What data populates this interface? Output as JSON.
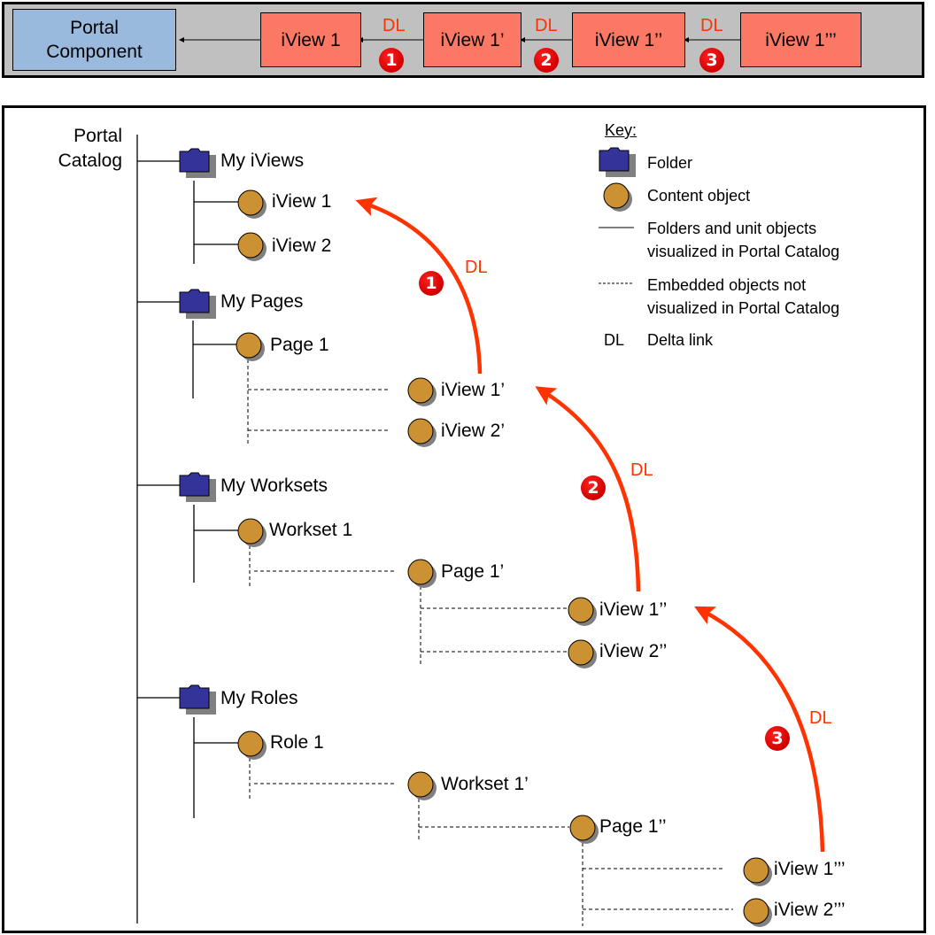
{
  "flow": {
    "portal_component": "Portal\nComponent",
    "boxes": [
      "iView 1",
      "iView 1’",
      "iView 1’’",
      "iView 1’’’"
    ],
    "links": [
      {
        "label": "DL",
        "badge": "1"
      },
      {
        "label": "DL",
        "badge": "2"
      },
      {
        "label": "DL",
        "badge": "3"
      }
    ]
  },
  "catalog": {
    "root_label": "Portal Catalog",
    "folders": [
      {
        "name": "My iViews",
        "icon": "folder-icon"
      },
      {
        "name": "My Pages",
        "icon": "folder-icon"
      },
      {
        "name": "My Worksets",
        "icon": "folder-icon"
      },
      {
        "name": "My Roles",
        "icon": "folder-icon"
      }
    ],
    "nodes": [
      {
        "id": "iview1",
        "label": "iView 1",
        "icon": "content-object-icon"
      },
      {
        "id": "iview2",
        "label": "iView 2",
        "icon": "content-object-icon"
      },
      {
        "id": "page1",
        "label": "Page 1",
        "icon": "content-object-icon"
      },
      {
        "id": "iview1p",
        "label": "iView 1’",
        "icon": "content-object-icon"
      },
      {
        "id": "iview2p",
        "label": "iView 2’",
        "icon": "content-object-icon"
      },
      {
        "id": "workset1",
        "label": "Workset 1",
        "icon": "content-object-icon"
      },
      {
        "id": "page1p",
        "label": "Page 1’",
        "icon": "content-object-icon"
      },
      {
        "id": "iview1pp",
        "label": "iView 1’’",
        "icon": "content-object-icon"
      },
      {
        "id": "iview2pp",
        "label": "iView 2’’",
        "icon": "content-object-icon"
      },
      {
        "id": "role1",
        "label": "Role 1",
        "icon": "content-object-icon"
      },
      {
        "id": "workset1p",
        "label": "Workset 1’",
        "icon": "content-object-icon"
      },
      {
        "id": "page1pp",
        "label": "Page 1’’",
        "icon": "content-object-icon"
      },
      {
        "id": "iview1ppp",
        "label": "iView 1’’’",
        "icon": "content-object-icon"
      },
      {
        "id": "iview2ppp",
        "label": "iView 2’’’",
        "icon": "content-object-icon"
      }
    ],
    "delta_links": [
      {
        "from": "iView 1’",
        "to": "iView 1",
        "label": "DL",
        "badge": "1"
      },
      {
        "from": "iView 1’’",
        "to": "iView 1’",
        "label": "DL",
        "badge": "2"
      },
      {
        "from": "iView 1’’’",
        "to": "iView 1’’",
        "label": "DL",
        "badge": "3"
      }
    ]
  },
  "key": {
    "title": "Key:",
    "items": [
      {
        "symbol": "folder-icon",
        "text": "Folder"
      },
      {
        "symbol": "content-object-icon",
        "text": "Content object"
      },
      {
        "symbol": "solid-line",
        "text": "Folders and unit objects\nvisualized in Portal Catalog"
      },
      {
        "symbol": "dashed-line",
        "text": "Embedded  objects not\nvisualized in Portal Catalog"
      },
      {
        "symbol": "DL",
        "text": "Delta link"
      }
    ]
  },
  "colors": {
    "portal_box": "#99b9dd",
    "iview_box": "#fa7864",
    "delta_link": "#ff3300",
    "badge": "#e00000",
    "folder": "#333399",
    "content_object": "#cc9133",
    "top_panel": "#c0c0c0"
  }
}
